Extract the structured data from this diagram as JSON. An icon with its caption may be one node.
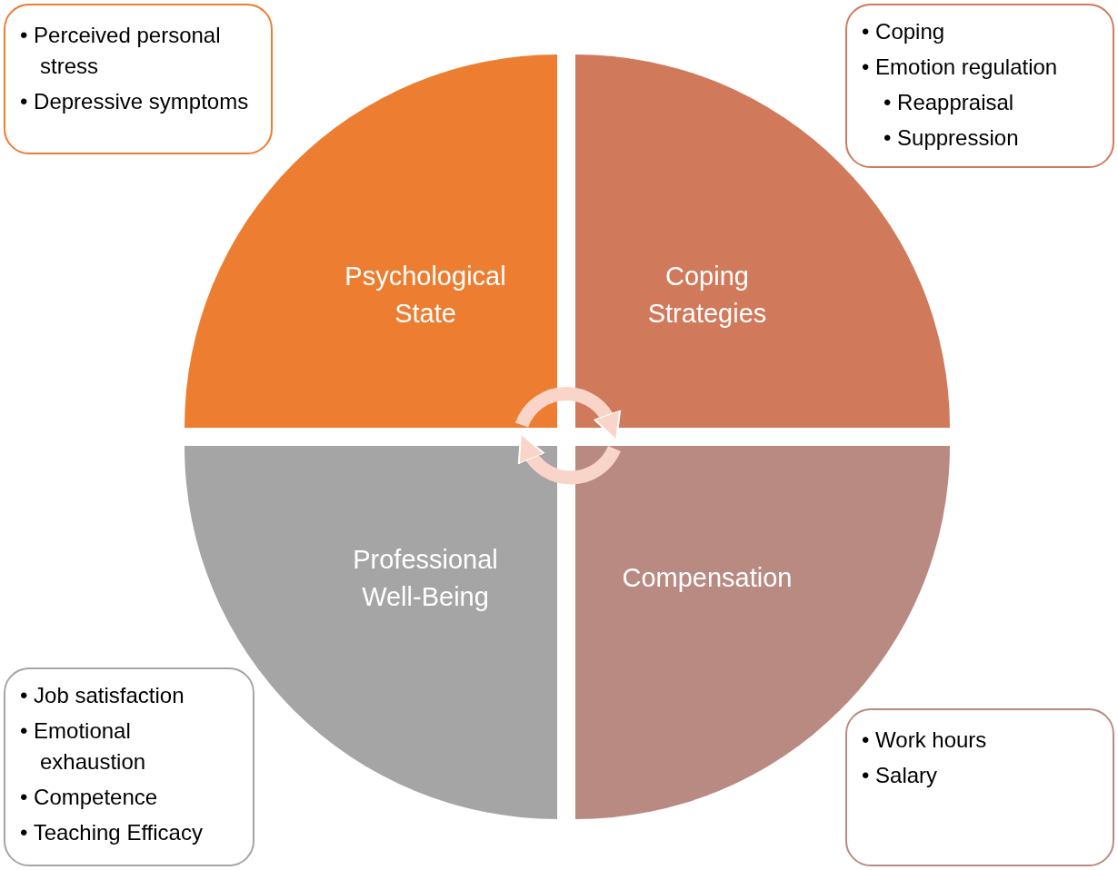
{
  "diagram": {
    "nodes": [
      {
        "text": [
          "Psychological State"
        ]
      },
      {
        "text": [
          "Coping Strategies"
        ]
      },
      {
        "text": [
          "Professional Well-Being"
        ]
      },
      {
        "text": [
          "Compensation"
        ]
      },
      {
        "text": [
          "• Perceived personal stress",
          "• Depressive symptoms"
        ]
      },
      {
        "text": [
          "• Coping",
          "• Emotion regulation",
          "• Reappraisal",
          "• Suppression"
        ]
      },
      {
        "text": [
          "• Job satisfaction",
          "• Emotional exhaustion",
          "• Competence",
          "• Teaching Efficacy"
        ]
      },
      {
        "text": [
          "• Work hours",
          "• Salary"
        ]
      }
    ],
    "edges": [
      {
        "from": 0,
        "to": 1,
        "arrow": "to"
      },
      {
        "from": 3,
        "to": 2,
        "arrow": "to"
      }
    ]
  }
}
